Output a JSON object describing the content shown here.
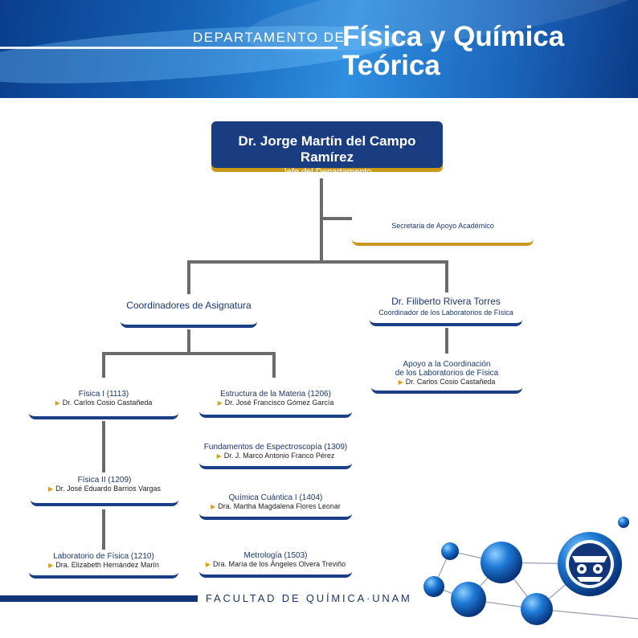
{
  "header": {
    "prefix": "DEPARTAMENTO DE",
    "title_line1": "Física y Química",
    "title_line2": "Teórica"
  },
  "director": {
    "name": "Dr. Jorge Martín del Campo Ramírez",
    "role": "Jefe del Departamento"
  },
  "secretaria": {
    "label": "Secretaria de Apoyo Académico"
  },
  "coordinadores": {
    "label": "Coordinadores de Asignatura"
  },
  "laboratorios": {
    "name": "Dr. Filiberto Rivera Torres",
    "role": "Coordinador de los Laboratorios de Física"
  },
  "apoyo": {
    "line1": "Apoyo a la Coordinación",
    "line2": "de los Laboratorios de Física",
    "person": "Dr. Carlos Cosio Castañeda"
  },
  "left_column": [
    {
      "title": "Física I (1113)",
      "person": "Dr. Carlos Cosio Castañeda"
    },
    {
      "title": "Física II (1209)",
      "person": "Dr. José Eduardo Barrios Vargas"
    },
    {
      "title": "Laboratorio de Física (1210)",
      "person": "Dra. Elizabeth Hernández Marín"
    }
  ],
  "mid_column": [
    {
      "title": "Estructura de la Materia (1206)",
      "person": "Dr. José Francisco Gómez García"
    },
    {
      "title": "Fundamentos de Espectroscopía (1309)",
      "person": "Dr. J. Marco Antonio Franco Pérez"
    },
    {
      "title": "Química Cuántica I (1404)",
      "person": "Dra. Martha Magdalena Flores Leonar"
    },
    {
      "title": "Metrología (1503)",
      "person": "Dra. María de los Ángeles Olvera Treviño"
    }
  ],
  "footer": {
    "text": "FACULTAD DE QUÍMICA·UNAM"
  },
  "colors": {
    "navy": "#1a3d82",
    "gold": "#c8991c",
    "connector": "#6b6b6b"
  },
  "icons": {
    "logo": "unam-owl-logo-icon",
    "molecule": "molecule-decoration-icon"
  }
}
